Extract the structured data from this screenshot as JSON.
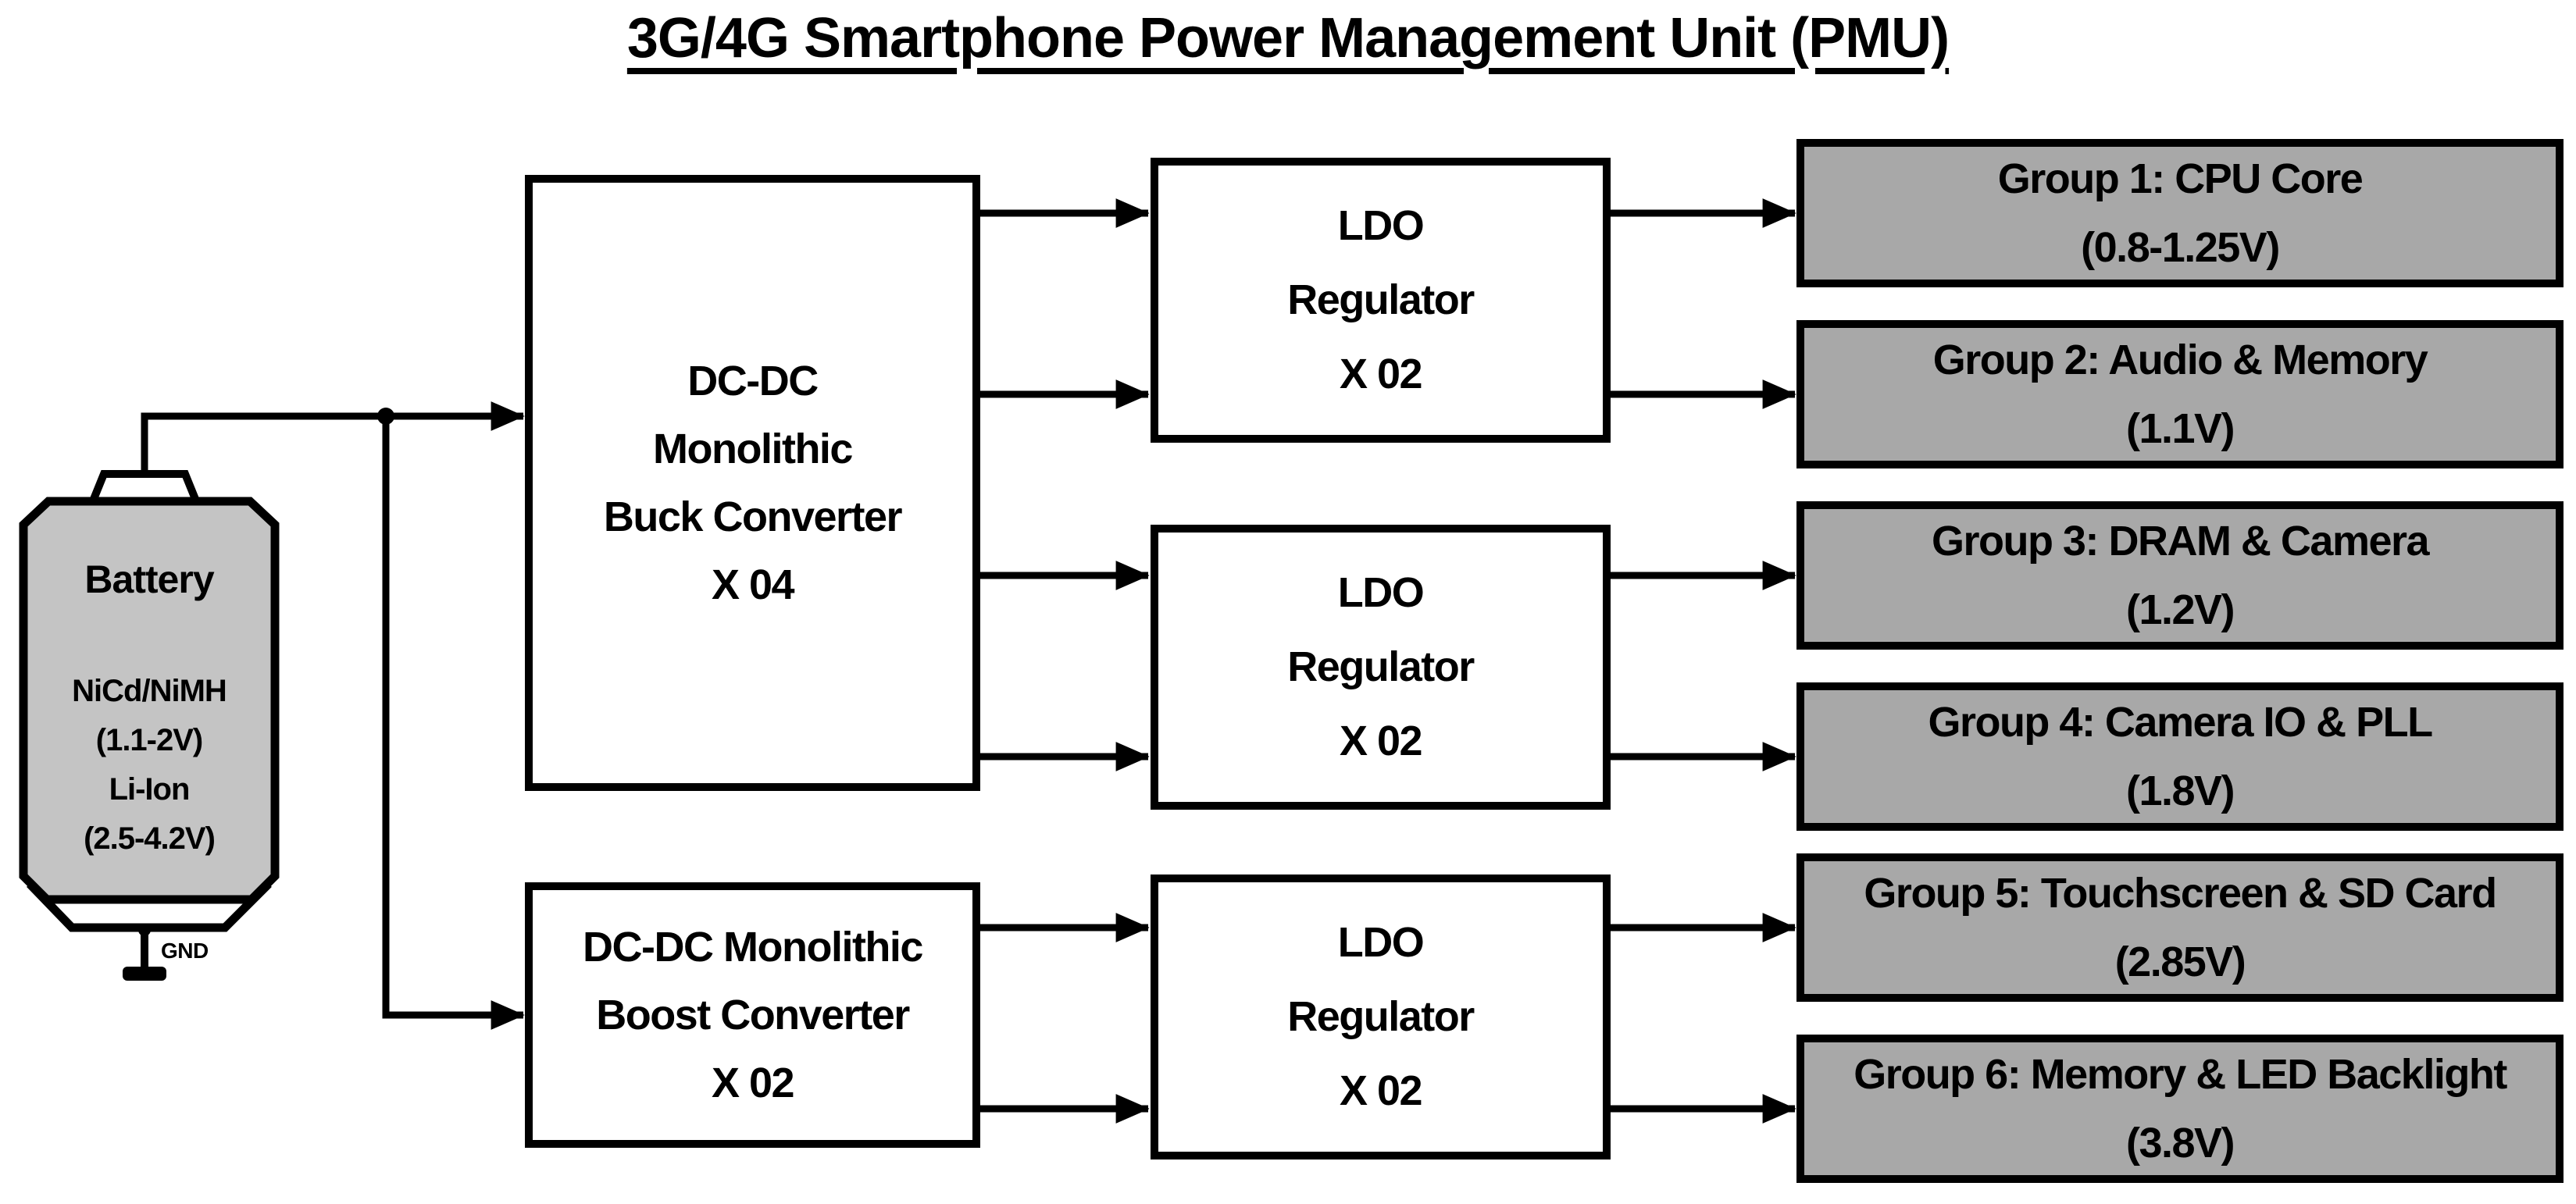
{
  "title": "3G/4G Smartphone Power Management Unit (PMU)",
  "battery": {
    "label": "Battery",
    "chemistry_lines": [
      "NiCd/NiMH",
      "(1.1-2V)",
      "Li-Ion",
      "(2.5-4.2V)"
    ],
    "ground_label": "GND"
  },
  "converters": {
    "buck": {
      "lines": [
        "DC-DC",
        "Monolithic",
        "Buck Converter",
        "X 04"
      ]
    },
    "boost": {
      "lines": [
        "DC-DC Monolithic",
        "Boost Converter",
        "X 02"
      ]
    }
  },
  "ldo_regulators": [
    {
      "lines": [
        "LDO",
        "Regulator",
        "X 02"
      ]
    },
    {
      "lines": [
        "LDO",
        "Regulator",
        "X 02"
      ]
    },
    {
      "lines": [
        "LDO",
        "Regulator",
        "X 02"
      ]
    }
  ],
  "groups": [
    {
      "label": "Group 1: CPU Core",
      "voltage": "(0.8-1.25V)"
    },
    {
      "label": "Group 2: Audio & Memory",
      "voltage": "(1.1V)"
    },
    {
      "label": "Group 3: DRAM & Camera",
      "voltage": "(1.2V)"
    },
    {
      "label": "Group 4: Camera IO & PLL",
      "voltage": "(1.8V)"
    },
    {
      "label": "Group 5: Touchscreen & SD Card",
      "voltage": "(2.85V)"
    },
    {
      "label": "Group 6: Memory & LED Backlight",
      "voltage": "(3.8V)"
    }
  ],
  "colors": {
    "background": "#ffffff",
    "line": "#000000",
    "battery_fill": "#c4c4c4",
    "group_fill": "#a8a8a8",
    "block_fill": "#ffffff"
  }
}
